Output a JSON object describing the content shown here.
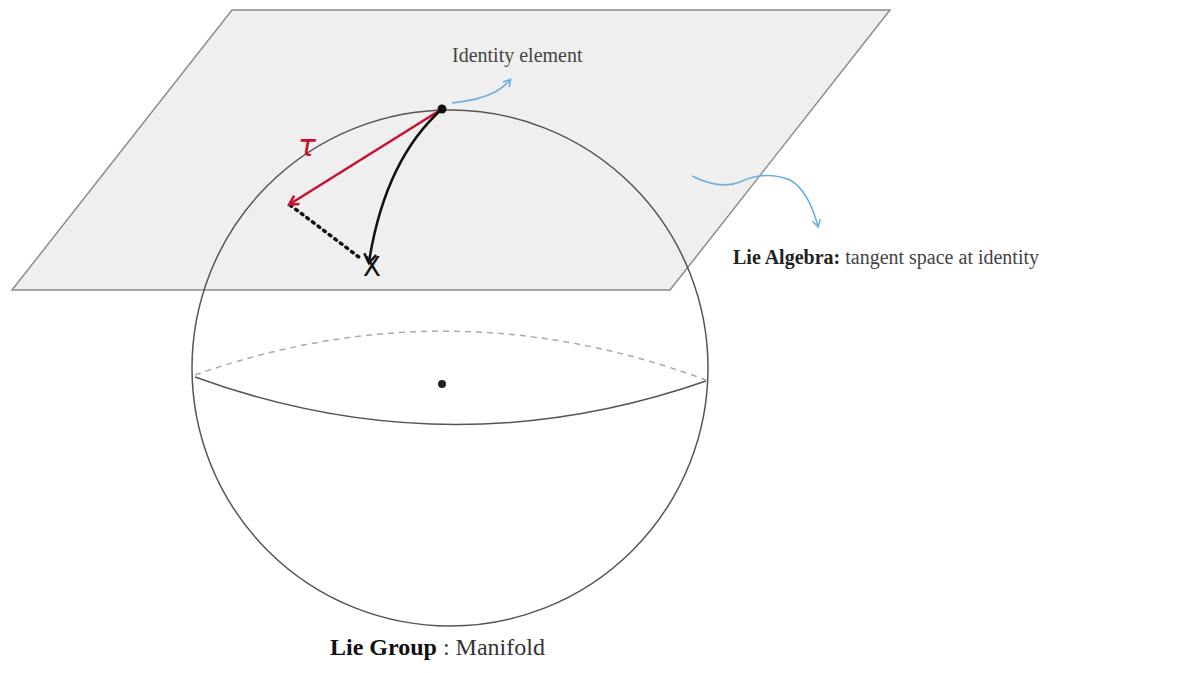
{
  "diagram": {
    "labels": [
      "Identity element",
      "Lie Algebra:",
      "tangent space at identity",
      "τ",
      "X",
      "Lie Group",
      ": Manifold"
    ]
  }
}
